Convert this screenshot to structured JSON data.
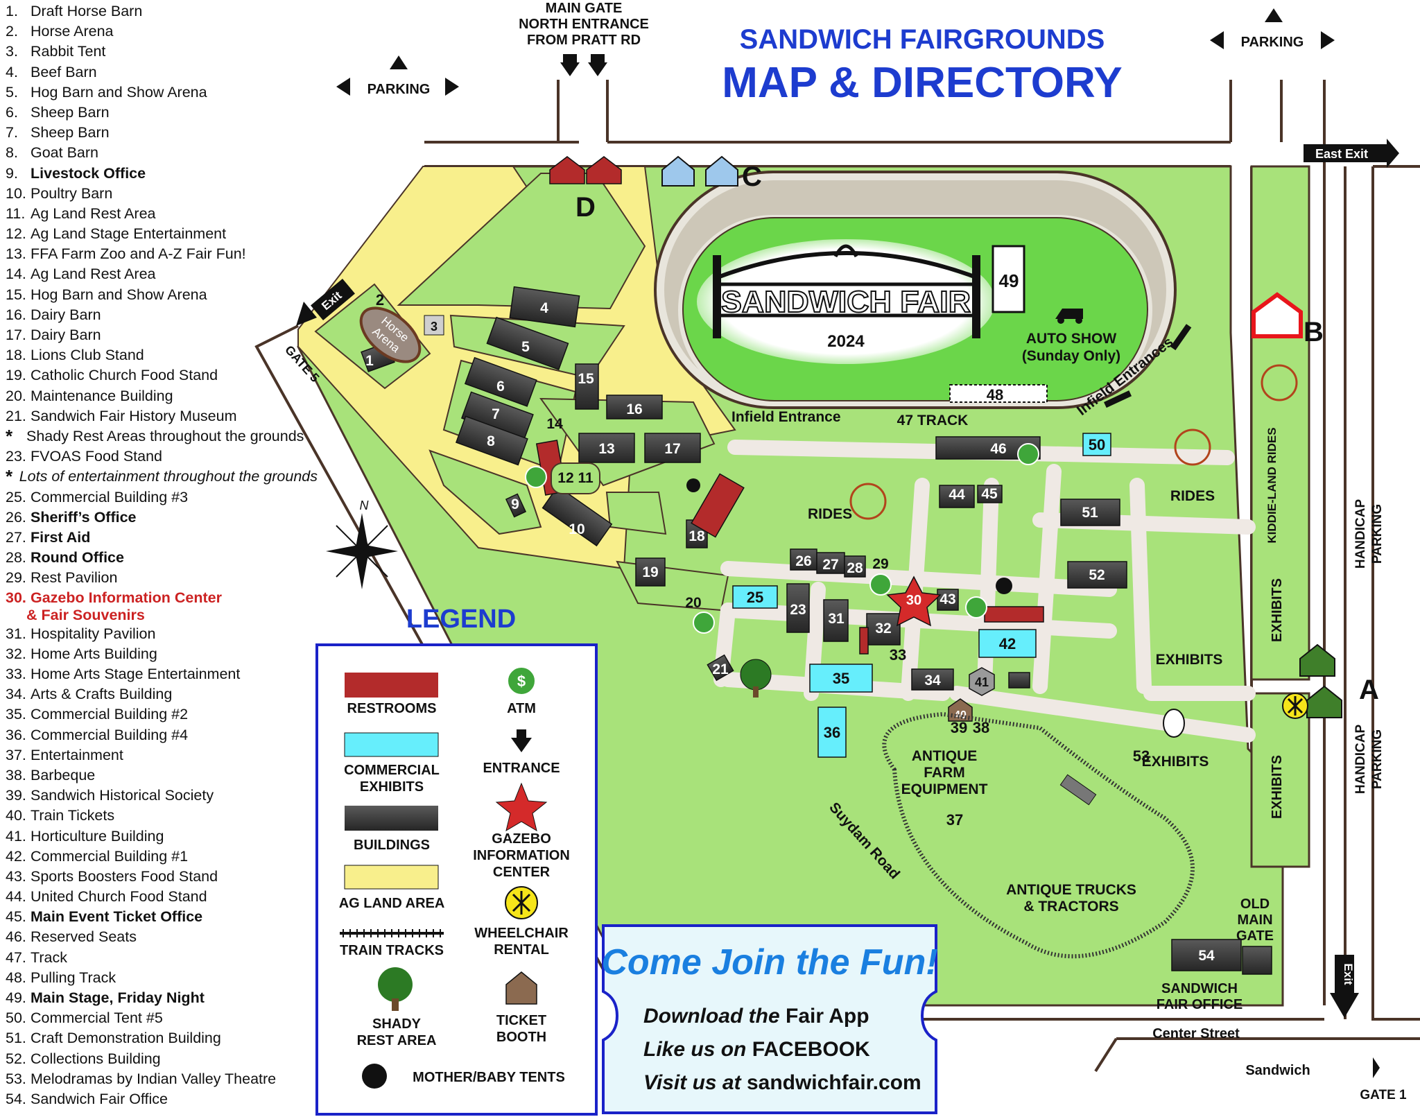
{
  "title": {
    "line1": "SANDWICH FAIRGROUNDS",
    "line2": "MAP & DIRECTORY"
  },
  "directory": [
    {
      "num": "1.",
      "label": "Draft Horse Barn"
    },
    {
      "num": "2.",
      "label": "Horse Arena"
    },
    {
      "num": "3.",
      "label": "Rabbit Tent"
    },
    {
      "num": "4.",
      "label": "Beef Barn"
    },
    {
      "num": "5.",
      "label": "Hog Barn and Show Arena"
    },
    {
      "num": "6.",
      "label": "Sheep Barn"
    },
    {
      "num": "7.",
      "label": "Sheep Barn"
    },
    {
      "num": "8.",
      "label": "Goat Barn"
    },
    {
      "num": "9.",
      "label": "Livestock Office",
      "style": "bold"
    },
    {
      "num": "10.",
      "label": "Poultry Barn"
    },
    {
      "num": "11.",
      "label": "Ag Land Rest Area"
    },
    {
      "num": "12.",
      "label": "Ag Land Stage Entertainment"
    },
    {
      "num": "13.",
      "label": "FFA Farm Zoo and A-Z Fair Fun!"
    },
    {
      "num": "14.",
      "label": "Ag Land Rest Area"
    },
    {
      "num": "15.",
      "label": "Hog Barn and Show Arena"
    },
    {
      "num": "16.",
      "label": "Dairy Barn"
    },
    {
      "num": "17.",
      "label": "Dairy Barn"
    },
    {
      "num": "18.",
      "label": "Lions Club Stand"
    },
    {
      "num": "19.",
      "label": "Catholic Church Food Stand"
    },
    {
      "num": "20.",
      "label": "Maintenance Building"
    },
    {
      "num": "21.",
      "label": "Sandwich Fair History Museum"
    },
    {
      "num": "*",
      "label": "Shady Rest Areas throughout the grounds",
      "style": "star"
    },
    {
      "num": "23.",
      "label": "FVOAS Food Stand"
    },
    {
      "num": "*",
      "label": "Lots of entertainment throughout the grounds",
      "style": "star-ital"
    },
    {
      "num": "25.",
      "label": "Commercial Building #3"
    },
    {
      "num": "26.",
      "label": "Sheriff’s Office",
      "style": "bold"
    },
    {
      "num": "27.",
      "label": "First Aid",
      "style": "bold"
    },
    {
      "num": "28.",
      "label": "Round Office",
      "style": "bold"
    },
    {
      "num": "29.",
      "label": "Rest Pavilion"
    },
    {
      "num": "30.",
      "label": "Gazebo Information Center",
      "style": "red"
    },
    {
      "num": "",
      "label": "& Fair Souvenirs",
      "style": "red2"
    },
    {
      "num": "31.",
      "label": "Hospitality Pavilion"
    },
    {
      "num": "32.",
      "label": "Home Arts Building"
    },
    {
      "num": "33.",
      "label": "Home Arts Stage Entertainment"
    },
    {
      "num": "34.",
      "label": "Arts & Crafts Building"
    },
    {
      "num": "35.",
      "label": "Commercial Building #2"
    },
    {
      "num": "36.",
      "label": "Commercial Building #4"
    },
    {
      "num": "37.",
      "label": "Entertainment"
    },
    {
      "num": "38.",
      "label": "Barbeque"
    },
    {
      "num": "39.",
      "label": "Sandwich Historical Society"
    },
    {
      "num": "40.",
      "label": "Train Tickets"
    },
    {
      "num": "41.",
      "label": "Horticulture Building"
    },
    {
      "num": "42.",
      "label": "Commercial Building #1"
    },
    {
      "num": "43.",
      "label": "Sports Boosters Food Stand"
    },
    {
      "num": "44.",
      "label": "United Church Food Stand"
    },
    {
      "num": "45.",
      "label": "Main Event Ticket Office",
      "style": "bold"
    },
    {
      "num": "46.",
      "label": "Reserved Seats"
    },
    {
      "num": "47.",
      "label": "Track"
    },
    {
      "num": "48.",
      "label": "Pulling Track"
    },
    {
      "num": "49.",
      "label": "Main Stage, Friday Night",
      "style": "bold"
    },
    {
      "num": "50.",
      "label": "Commercial Tent #5"
    },
    {
      "num": "51.",
      "label": "Craft Demonstration Building"
    },
    {
      "num": "52.",
      "label": "Collections Building"
    },
    {
      "num": "53.",
      "label": "Melodramas by Indian Valley Theatre"
    },
    {
      "num": "54.",
      "label": "Sandwich Fair Office"
    }
  ],
  "map_labels": {
    "main_gate_1": "MAIN GATE",
    "main_gate_2": "NORTH ENTRANCE",
    "main_gate_3": "FROM PRATT RD",
    "parking": "PARKING",
    "east_exit": "East Exit",
    "exit": "Exit",
    "gate5": "GATE 5",
    "gate1": "GATE 1",
    "sandwich": "Sandwich",
    "center_street": "Center Street",
    "suydam_road": "Suydam Road",
    "handicap_1": "HANDICAP",
    "handicap_2": "PARKING",
    "infield_entrance": "Infield Entrance",
    "infield_entrances": "Infield Entrances",
    "track": "47 TRACK",
    "auto_show_1": "AUTO SHOW",
    "auto_show_2": "(Sunday Only)",
    "sign_name": "SANDWICH FAIR",
    "sign_year": "2024",
    "rides": "RIDES",
    "kiddie_land": "KIDDIE-LAND RIDES",
    "exhibits": "EXHIBITS",
    "antique_farm_1": "ANTIQUE",
    "antique_farm_2": "FARM",
    "antique_farm_3": "EQUIPMENT",
    "antique_trucks_1": "ANTIQUE TRUCKS",
    "antique_trucks_2": "& TRACTORS",
    "old_gate_1": "OLD",
    "old_gate_2": "MAIN",
    "old_gate_3": "GATE",
    "office_1": "SANDWICH",
    "office_2": "FAIR OFFICE",
    "horse_arena_1": "Horse",
    "horse_arena_2": "Arena",
    "gate_a": "A",
    "gate_b": "B",
    "gate_c": "C",
    "gate_d": "D"
  },
  "compass": "N",
  "legend": {
    "title": "LEGEND",
    "restrooms": "RESTROOMS",
    "atm": "ATM",
    "commercial_1": "COMMERCIAL",
    "commercial_2": "EXHIBITS",
    "entrance": "ENTRANCE",
    "buildings": "BUILDINGS",
    "gazebo_1": "GAZEBO",
    "gazebo_2": "INFORMATION",
    "gazebo_3": "CENTER",
    "ag_land": "AG LAND AREA",
    "wheelchair_1": "WHEELCHAIR",
    "wheelchair_2": "RENTAL",
    "train": "TRAIN TRACKS",
    "shady_1": "SHADY",
    "shady_2": "REST AREA",
    "ticket_1": "TICKET",
    "ticket_2": "BOOTH",
    "mother_baby": "MOTHER/BABY TENTS"
  },
  "promo": {
    "headline": "Come Join the Fun!",
    "line1_a": "Download the",
    "line1_b": "Fair App",
    "line2_a": "Like us on",
    "line2_b": "FACEBOOK",
    "line3_a": "Visit us at",
    "line3_b": "sandwichfair.com"
  },
  "colors": {
    "grass": "#a8e27a",
    "infield": "#6bd64a",
    "ag_land": "#f8ef8c",
    "road": "#efe9e4",
    "building": "#3e3e3e",
    "commercial": "#66eefc",
    "restroom": "#b32b2b",
    "title_blue": "#1d3ccf",
    "legend_border": "#1a22c8",
    "gazebo_red": "#d42a2a",
    "atm_green": "#3fa63a"
  }
}
